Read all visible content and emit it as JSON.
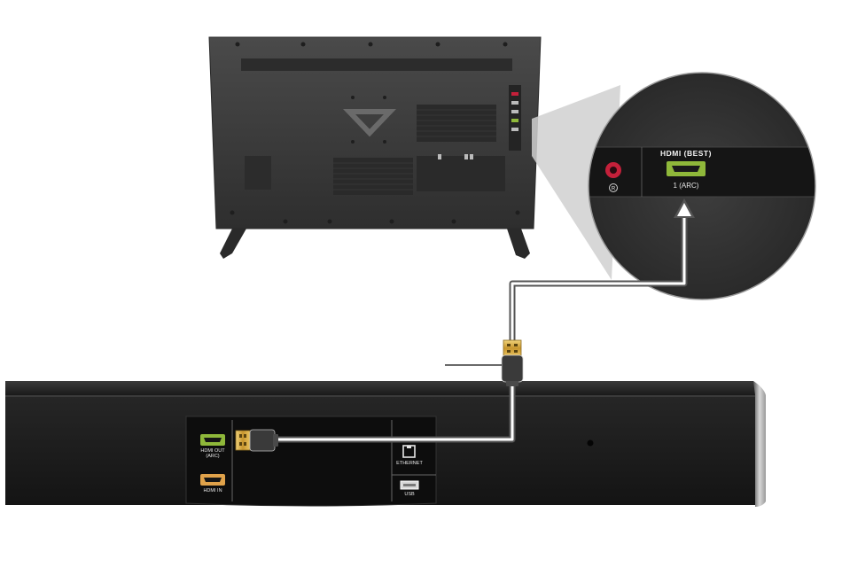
{
  "tv_ports": {
    "hdmi_header": "HDMI (BEST)",
    "hdmi_port_label": "1 (ARC)",
    "audio_port_label": "R"
  },
  "soundbar_ports": {
    "hdmi_out_line1": "HDMI OUT",
    "hdmi_out_line2": "(ARC)",
    "hdmi_in": "HDMI IN",
    "ethernet": "ETHERNET",
    "usb": "USB"
  },
  "colors": {
    "port_green": "#8fb83a",
    "port_orange": "#e0a24a",
    "cable_white": "#ffffff",
    "cable_grey": "#555555",
    "connector_gold": "#d7a63c",
    "audio_red": "#c4203a"
  }
}
